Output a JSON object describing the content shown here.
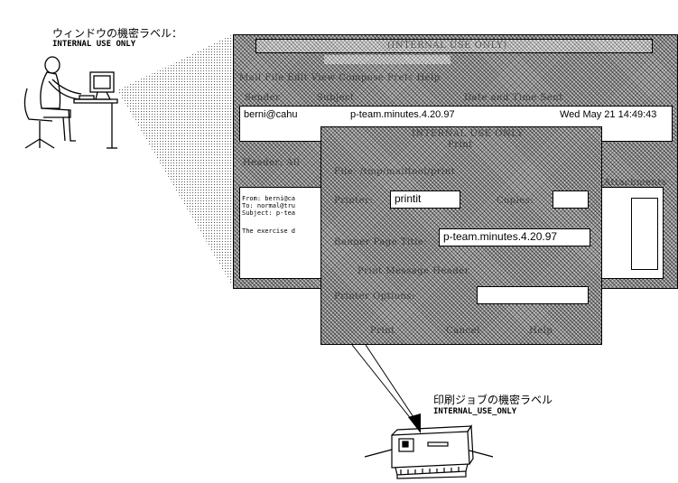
{
  "labels": {
    "window_label_title": "ウィンドウの機密ラベル：",
    "window_label_value": "INTERNAL USE ONLY",
    "print_label_title": "印刷ジョブの機密ラベル",
    "print_label_value": "INTERNAL_USE_ONLY"
  },
  "mail_window": {
    "list_row": {
      "sender": "berni@cahu",
      "subject": "p-team.minutes.4.20.97",
      "date": "Wed May 21 14:49:43"
    },
    "message_preview": {
      "from": "From: berni@ca",
      "to": "To: normal@tru",
      "subject": "Subject: p-tea",
      "body": "The exercise d"
    }
  },
  "print_dialog": {
    "printer_value": "printit",
    "header_value": "p-team.minutes.4.20.97"
  },
  "colors": {
    "background": "#ffffff",
    "dither_dark": "#bcbcbc",
    "dither_light": "#dedede"
  }
}
